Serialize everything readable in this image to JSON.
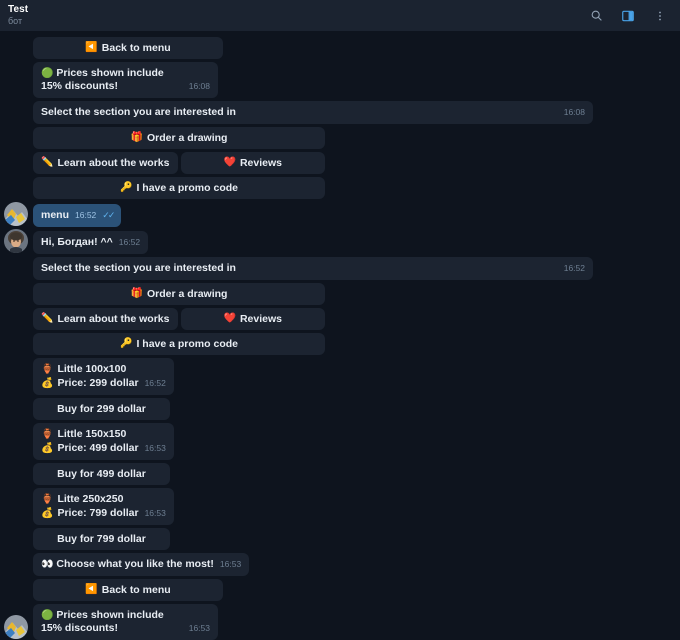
{
  "header": {
    "title": "Test",
    "subtitle": "бот",
    "icons": {
      "search": "search-icon",
      "panel": "sidebar-toggle-icon",
      "more": "more-vertical-icon"
    }
  },
  "colors": {
    "chat_bg": "#0e141e",
    "header_bg": "#1b2330",
    "bubble_in": "#1c2431",
    "bubble_out": "#2b5278",
    "accent": "#49a3e8",
    "time_text": "#6e7f92",
    "text": "#e8edf3"
  },
  "labels": {
    "back_to_menu": "Back to menu",
    "back_to_menu_emoji": "◀️",
    "order_drawing": "Order a drawing",
    "order_drawing_emoji": "🎁",
    "learn_works": "Learn about the works",
    "learn_works_emoji": "✏️",
    "reviews": "Reviews",
    "reviews_emoji": "❤️",
    "promo_code": "I have a promo code",
    "promo_code_emoji": "🔑"
  },
  "messages": [
    {
      "id": "m1-kbd",
      "kind": "keyboard",
      "rows": [
        [
          {
            "label": "Back to menu",
            "emoji": "◀️",
            "width": "w-menu"
          }
        ]
      ]
    },
    {
      "id": "m2",
      "kind": "bubble",
      "direction": "in",
      "emoji": "🟢",
      "text": "Prices shown include 15% discounts!",
      "time": "16:08",
      "width": "semi"
    },
    {
      "id": "m3",
      "kind": "bubble",
      "direction": "in",
      "emoji": "",
      "text": "Select the section you are interested in",
      "time": "16:08",
      "width": "wide"
    },
    {
      "id": "m4-kbd",
      "kind": "keyboard",
      "rows": [
        [
          {
            "label": "Order a drawing",
            "emoji": "🎁",
            "width": "w-full"
          }
        ],
        [
          {
            "label": "Learn about the works",
            "emoji": "✏️",
            "width": "w-half"
          },
          {
            "label": "Reviews",
            "emoji": "❤️",
            "width": "w-half"
          }
        ],
        [
          {
            "label": "I have a promo code",
            "emoji": "🔑",
            "width": "w-full"
          }
        ]
      ]
    },
    {
      "id": "m5",
      "kind": "bubble",
      "direction": "out",
      "text": "menu",
      "time": "16:52",
      "ticks": "✓✓"
    },
    {
      "id": "m6",
      "kind": "bubble",
      "direction": "in",
      "emoji": "",
      "text": "Hi, Богдан! ^^",
      "time": "16:52"
    },
    {
      "id": "m7",
      "kind": "bubble",
      "direction": "in",
      "emoji": "",
      "text": "Select the section you are interested in",
      "time": "16:52",
      "width": "wide"
    },
    {
      "id": "m8-kbd",
      "kind": "keyboard",
      "rows": [
        [
          {
            "label": "Order a drawing",
            "emoji": "🎁",
            "width": "w-full"
          }
        ],
        [
          {
            "label": "Learn about the works",
            "emoji": "✏️",
            "width": "w-half"
          },
          {
            "label": "Reviews",
            "emoji": "❤️",
            "width": "w-half"
          }
        ],
        [
          {
            "label": "I have a promo code",
            "emoji": "🔑",
            "width": "w-full"
          }
        ]
      ]
    },
    {
      "id": "p1",
      "kind": "product",
      "title_emoji": "🏺",
      "title": "Little 100x100",
      "price_emoji": "💰",
      "price": "Price: 299 dollar",
      "time": "16:52",
      "buy_label": "Buy for 299 dollar"
    },
    {
      "id": "p2",
      "kind": "product",
      "title_emoji": "🏺",
      "title": "Little 150x150",
      "price_emoji": "💰",
      "price": "Price: 499 dollar",
      "time": "16:53",
      "buy_label": "Buy for 499 dollar"
    },
    {
      "id": "p3",
      "kind": "product",
      "title_emoji": "🏺",
      "title": "Litte 250x250",
      "price_emoji": "💰",
      "price": "Price: 799 dollar",
      "time": "16:53",
      "buy_label": "Buy for 799 dollar"
    },
    {
      "id": "m9",
      "kind": "bubble",
      "direction": "in",
      "emoji": "👀",
      "text": "Choose what you like the most!",
      "time": "16:53"
    },
    {
      "id": "m10-kbd",
      "kind": "keyboard",
      "rows": [
        [
          {
            "label": "Back to menu",
            "emoji": "◀️",
            "width": "w-menu"
          }
        ]
      ]
    },
    {
      "id": "m11",
      "kind": "bubble",
      "direction": "in",
      "emoji": "🟢",
      "text": "Prices shown include 15% discounts!",
      "time": "16:53",
      "width": "semi"
    }
  ],
  "products": {
    "item1": {
      "title": "Little 100x100",
      "price": "Price: 299 dollar",
      "time": "16:52",
      "buy": "Buy for 299 dollar"
    },
    "item2": {
      "title": "Little 150x150",
      "price": "Price: 499 dollar",
      "time": "16:53",
      "buy": "Buy for 499 dollar"
    },
    "item3": {
      "title": "Litte 250x250",
      "price": "Price: 799 dollar",
      "time": "16:53",
      "buy": "Buy for 799 dollar"
    }
  }
}
